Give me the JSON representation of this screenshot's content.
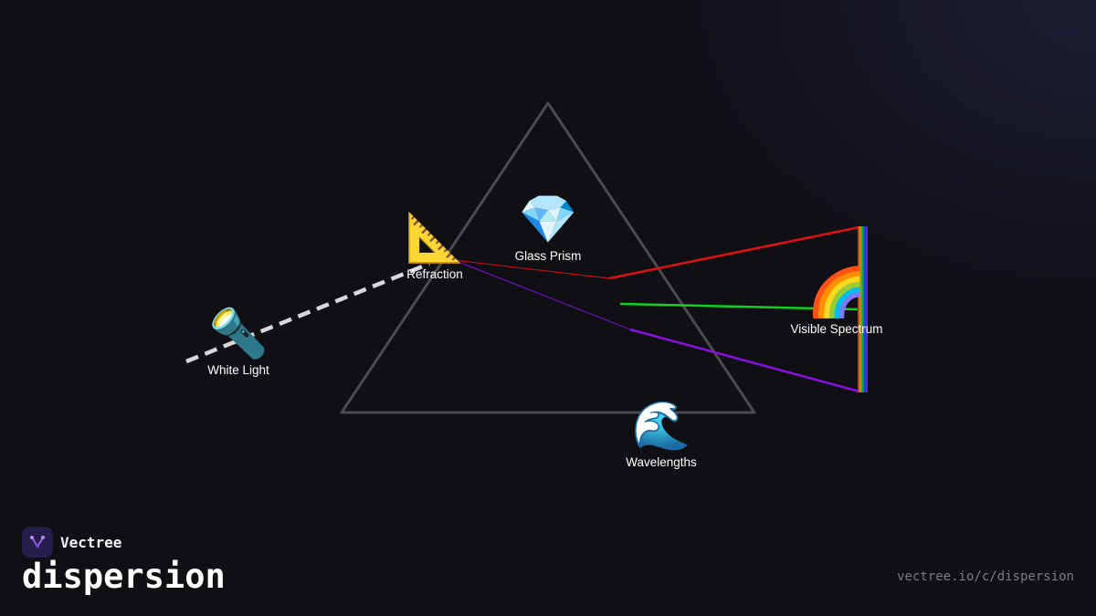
{
  "nodes": {
    "white_light": {
      "label": "White Light",
      "icon": "flashlight-icon",
      "glyph": "🔦"
    },
    "refraction": {
      "label": "Refraction",
      "icon": "triangular-ruler-icon",
      "glyph": "📐"
    },
    "glass_prism": {
      "label": "Glass Prism",
      "icon": "gem-icon",
      "glyph": "💎"
    },
    "visible_spectrum": {
      "label": "Visible Spectrum",
      "icon": "rainbow-icon",
      "glyph": "🌈"
    },
    "wavelengths": {
      "label": "Wavelengths",
      "icon": "wave-icon",
      "glyph": "🌊"
    }
  },
  "colors": {
    "background": "#0f0f14",
    "prism_outline": "#4a4a50",
    "white_beam": "#d8d8d8",
    "red_ray": "#e01010",
    "green_ray": "#10d020",
    "violet_ray": "#8a10e0",
    "brand_logo_bg": "#241f4a"
  },
  "brand": {
    "name": "Vectree",
    "icon": "vectree-logo-icon"
  },
  "title": "dispersion",
  "url": "vectree.io/c/dispersion"
}
